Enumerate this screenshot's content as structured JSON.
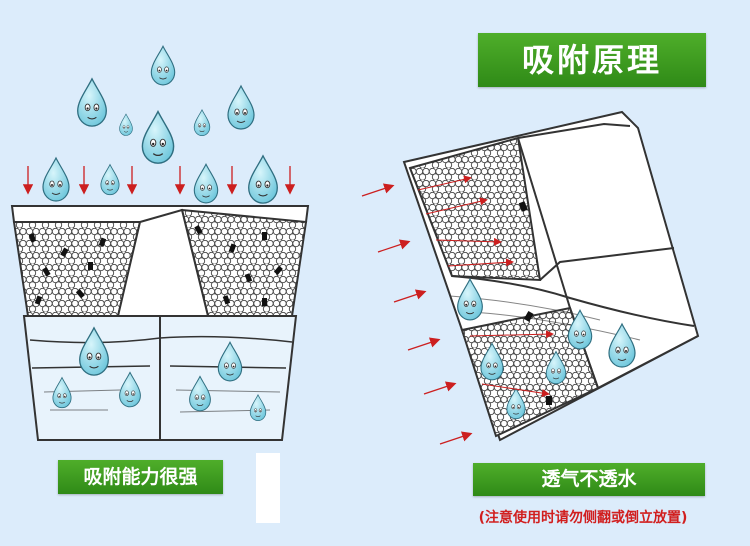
{
  "title": "吸附原理",
  "left_label": "吸附能力很强",
  "right_label": "透气不透水",
  "note": "(注意使用时请勿侧翻或倒立放置)",
  "colors": {
    "background": "#dcecfb",
    "label_green": "#3a9a1e",
    "drop_blue": "#8fd9ea",
    "arrow_red": "#cc1f1f",
    "note_red": "#d11f1f"
  },
  "icons": [
    "water-drop-face-icon",
    "charcoal-bead-icon",
    "red-arrow-icon"
  ]
}
